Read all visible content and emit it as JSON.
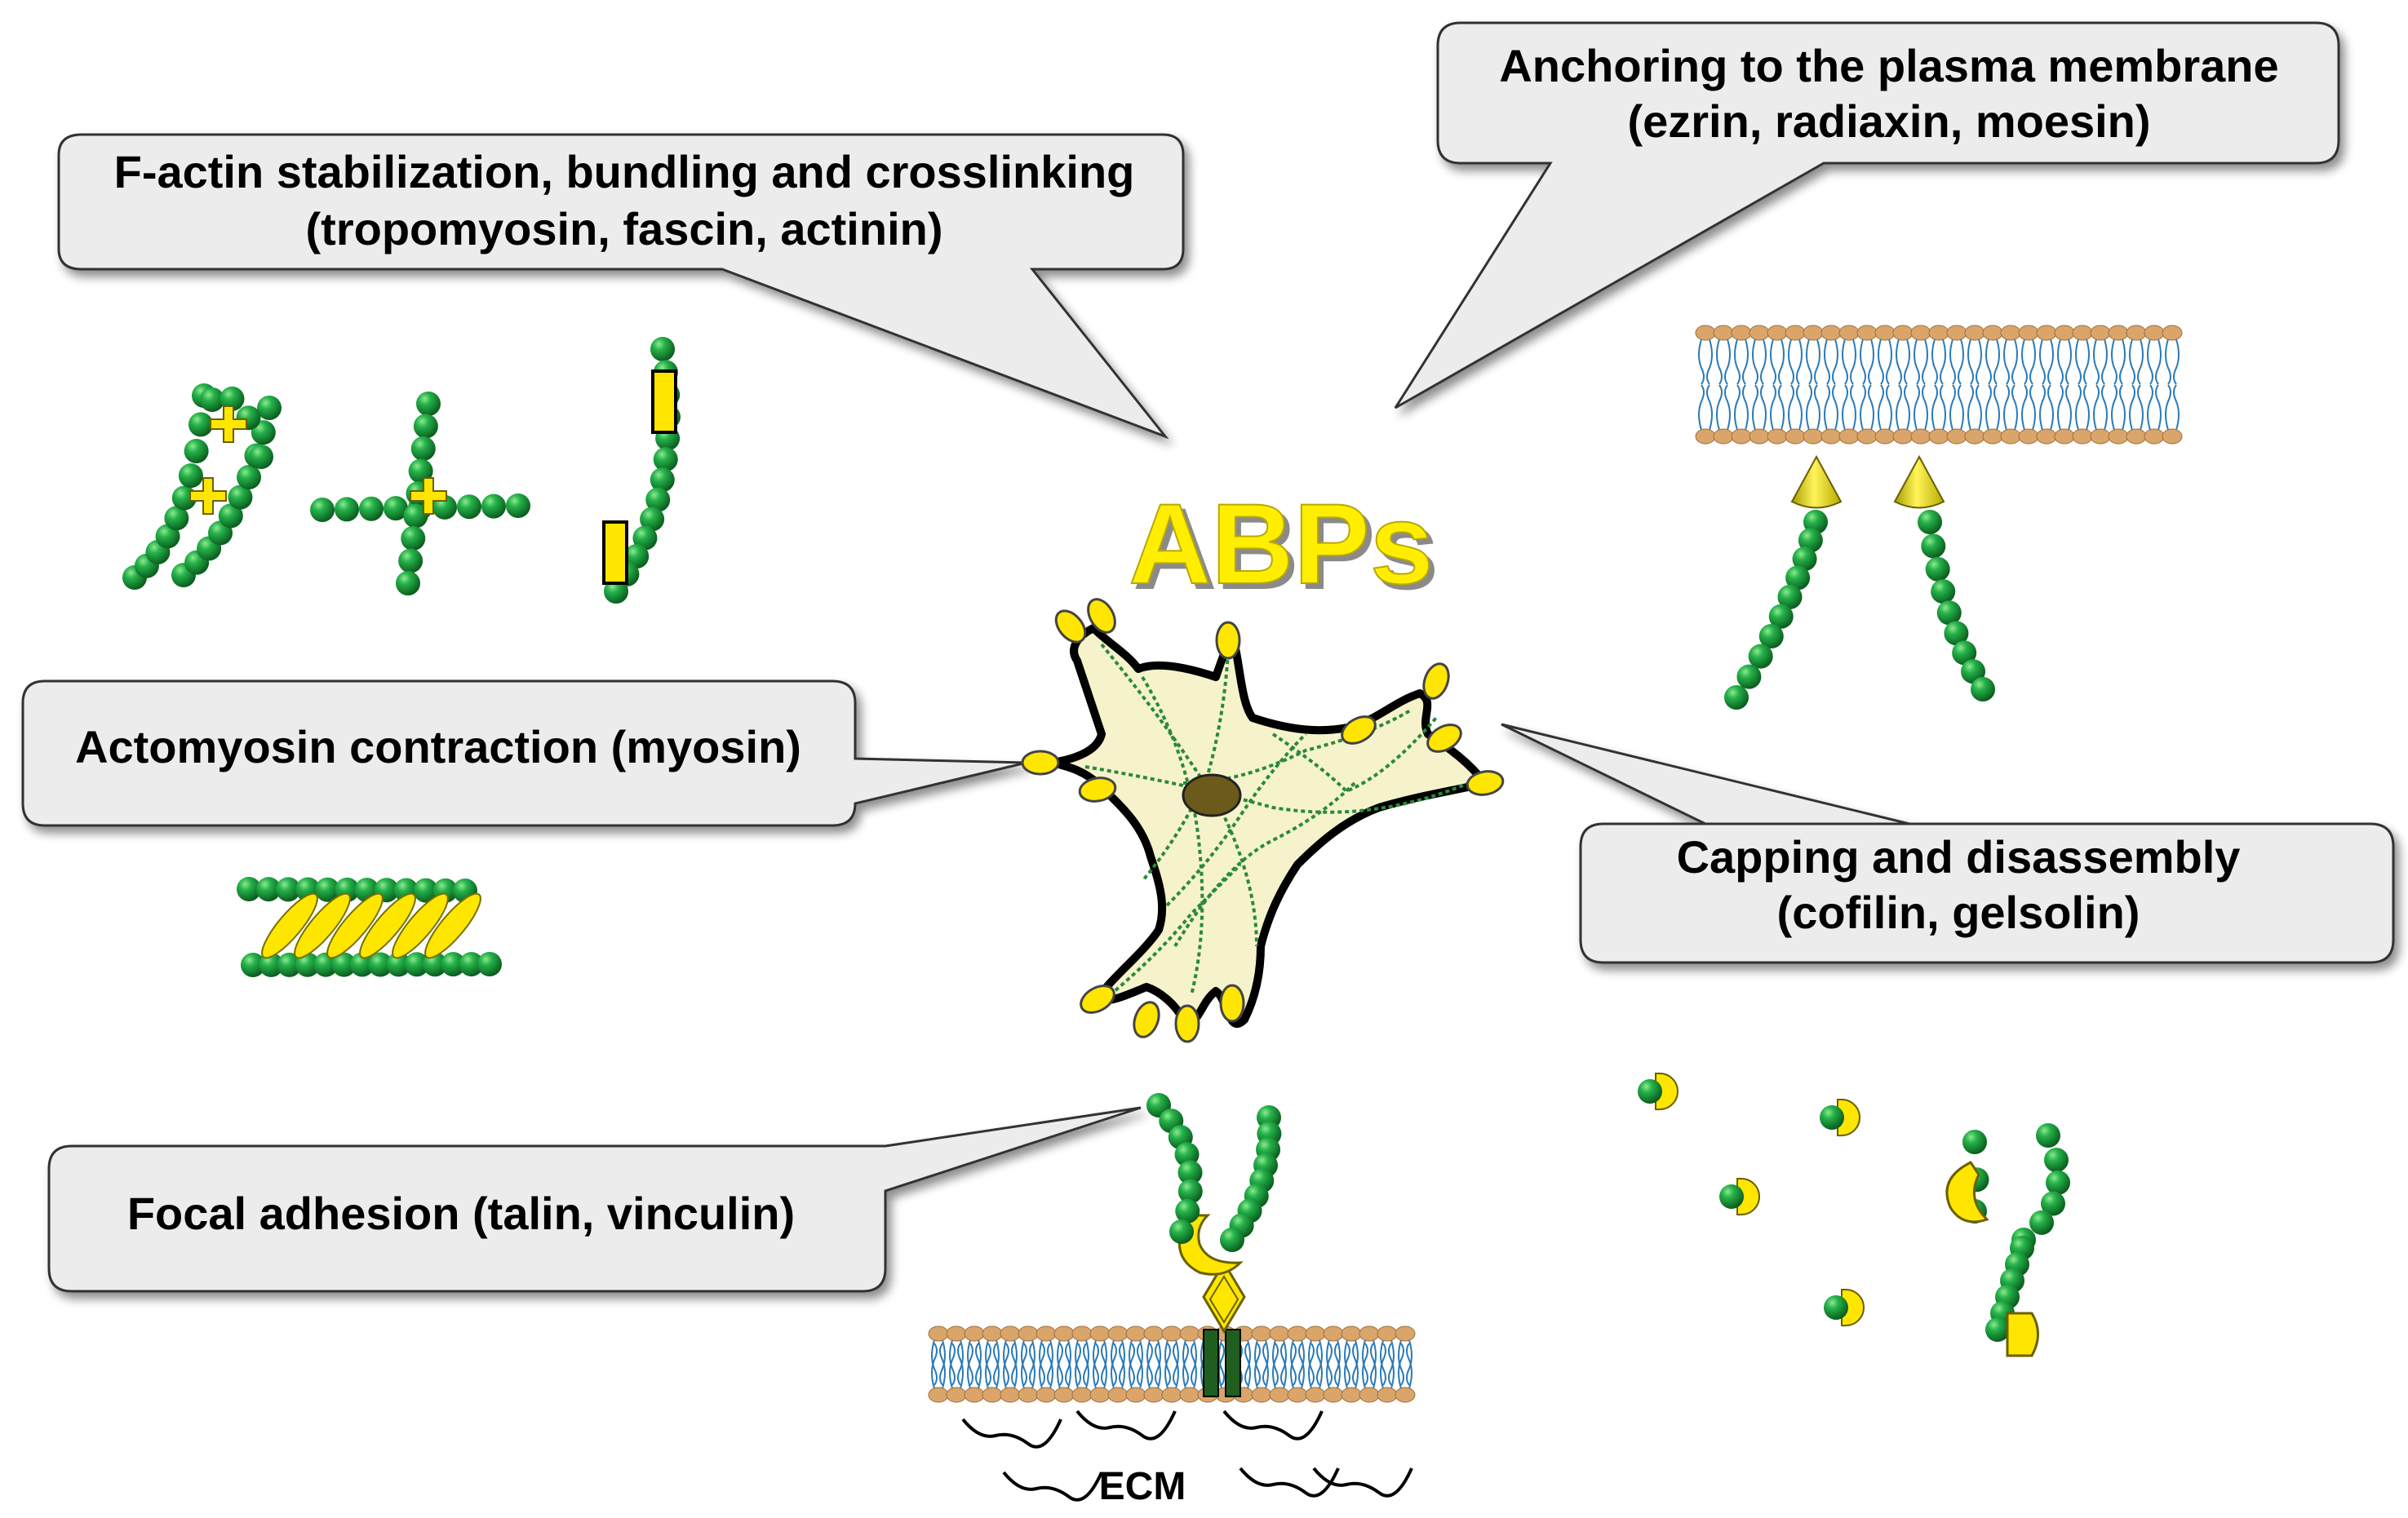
{
  "title": "ABPs",
  "callouts": {
    "stabilization": {
      "line1": "F-actin stabilization, bundling and crosslinking",
      "line2": "(tropomyosin, fascin, actinin)"
    },
    "anchoring": {
      "line1": "Anchoring to the plasma membrane",
      "line2": "(ezrin, radiaxin, moesin)"
    },
    "contraction": {
      "line1": "Actomyosin contraction (myosin)"
    },
    "capping": {
      "line1": "Capping and disassembly",
      "line2": "(cofilin, gelsolin)"
    },
    "adhesion": {
      "line1": "Focal adhesion (talin, vinculin)"
    }
  },
  "labels": {
    "ecm": "ECM"
  },
  "colors": {
    "actin_green": "#1a9a3a",
    "protein_yellow": "#ffe600",
    "title_yellow": "#ffee00",
    "cell_fill": "#f6f3cc",
    "nucleus": "#6b5a1a",
    "callout_fill": "#ececec",
    "lipid_head": "#d9a56b",
    "lipid_tail": "#2a7ab8",
    "integrin_green": "#1f5e1f"
  }
}
